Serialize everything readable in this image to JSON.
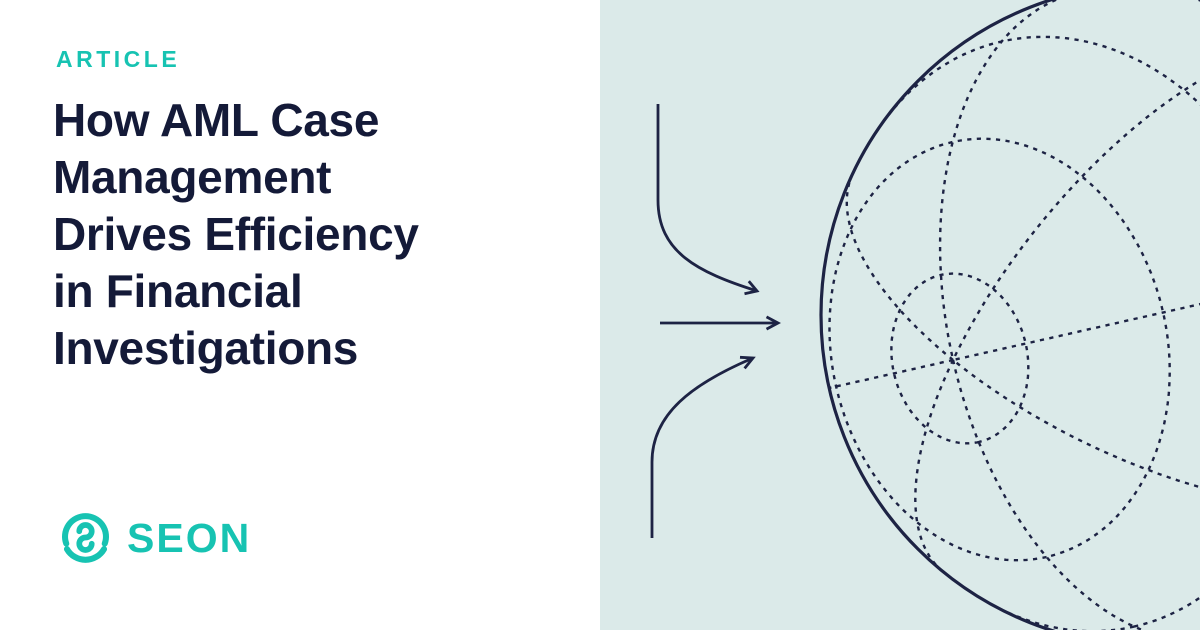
{
  "theme": {
    "teal": "#17c3b2",
    "navy": "#141a38",
    "ink": "#1d2344",
    "panel_bg": "#dbeae9",
    "card_bg": "#ffffff"
  },
  "article": {
    "eyebrow": "ARTICLE",
    "title_lines": [
      "How AML Case",
      "Management",
      "Drives Efficiency",
      "in Financial",
      "Investigations"
    ]
  },
  "brand": {
    "name": "SEON",
    "logo_icon": "seon-s-spiral-icon"
  },
  "illustration": {
    "name": "globe-wireframe-with-arrows",
    "arrow_count": 3
  }
}
